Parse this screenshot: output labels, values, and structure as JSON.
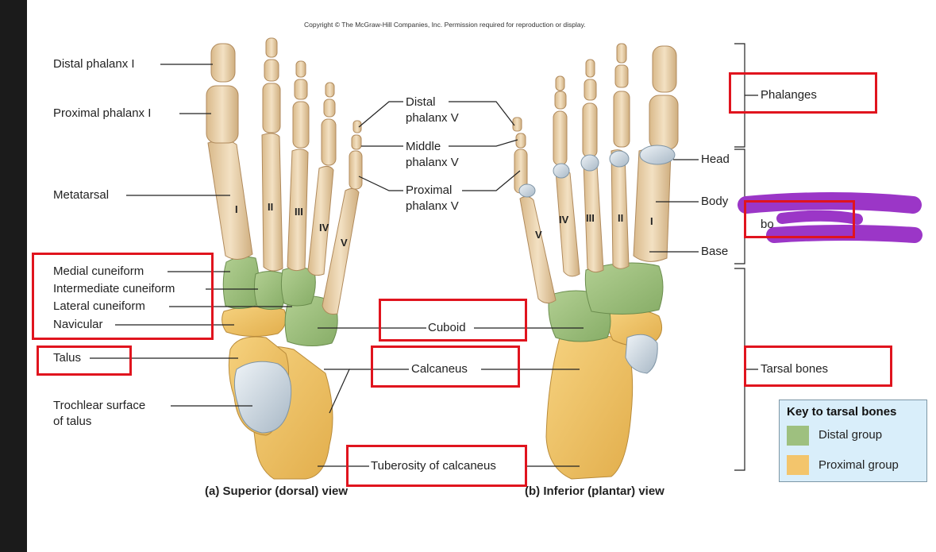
{
  "copyright": "Copyright © The McGraw-Hill Companies, Inc. Permission required for reproduction or display.",
  "labels": {
    "distal_phalanx_i": "Distal phalanx I",
    "proximal_phalanx_i": "Proximal phalanx I",
    "metatarsal": "Metatarsal",
    "medial_cuneiform": "Medial cuneiform",
    "intermediate_cuneiform": "Intermediate cuneiform",
    "lateral_cuneiform": "Lateral cuneiform",
    "navicular": "Navicular",
    "talus": "Talus",
    "trochlear_surface": "Trochlear surface",
    "of_talus": "of talus",
    "distal": "Distal",
    "phalanx_v_1": "phalanx V",
    "middle": "Middle",
    "phalanx_v_2": "phalanx V",
    "proximal": "Proximal",
    "phalanx_v_3": "phalanx V",
    "cuboid": "Cuboid",
    "calcaneus": "Calcaneus",
    "tuberosity": "Tuberosity of calcaneus",
    "phalanges": "Phalanges",
    "head": "Head",
    "body": "Body",
    "base": "Base",
    "tarsal_bones": "Tarsal bones",
    "partial_hidden": "bo"
  },
  "roman_numerals_dorsal": [
    "I",
    "II",
    "III",
    "IV",
    "V"
  ],
  "roman_numerals_plantar": [
    "V",
    "IV",
    "III",
    "II",
    "I"
  ],
  "captions": {
    "dorsal": "(a) Superior (dorsal) view",
    "plantar": "(b) Inferior (plantar) view"
  },
  "key": {
    "title": "Key to tarsal bones",
    "items": [
      {
        "label": "Distal group",
        "color": "#9ec07f"
      },
      {
        "label": "Proximal group",
        "color": "#f3c56c"
      }
    ]
  },
  "colors": {
    "bone": "#ecd3aa",
    "bone_shadow": "#c9a87a",
    "cartilage": "#c8d3dd",
    "distal_group": "#9ec07f",
    "proximal_group": "#f1c466",
    "highlight_box": "#e0141e",
    "scribble": "#9b36c7"
  }
}
